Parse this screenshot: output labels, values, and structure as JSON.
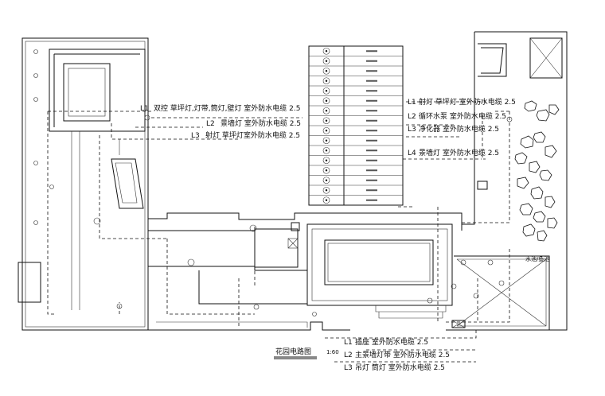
{
  "title": "花园电路图",
  "scale": "1:60",
  "circuits_top_left": [
    {
      "id": "L1",
      "text": "双控  草坪灯,灯带,筒灯,壁灯  室外防水电缆 2.5"
    },
    {
      "id": "L2",
      "text": "景墙灯  室外防水电缆 2.5"
    },
    {
      "id": "L3",
      "text": "射灯  草坪灯室外防水电缆 2.5"
    }
  ],
  "circuits_right": [
    {
      "id": "L1",
      "text": "射灯  草坪灯  室外防水电缆 2.5"
    },
    {
      "id": "L2",
      "text": "循环水泵  室外防水电缆 2.5"
    },
    {
      "id": "L3",
      "text": "净化器  室外防水电缆 2.5"
    },
    {
      "id": "L4",
      "text": "景墙灯  室外防水电缆 2.5"
    }
  ],
  "circuits_bottom": [
    {
      "id": "L1",
      "text": "插座  室外防水电缆 2.5"
    },
    {
      "id": "L2",
      "text": "主景墙灯带  室外防水电缆 2.5"
    },
    {
      "id": "L3",
      "text": "吊灯  筒灯  室外防水电缆 2.5"
    }
  ],
  "pond_label": "水池/鱼池",
  "legend_rows": 16
}
